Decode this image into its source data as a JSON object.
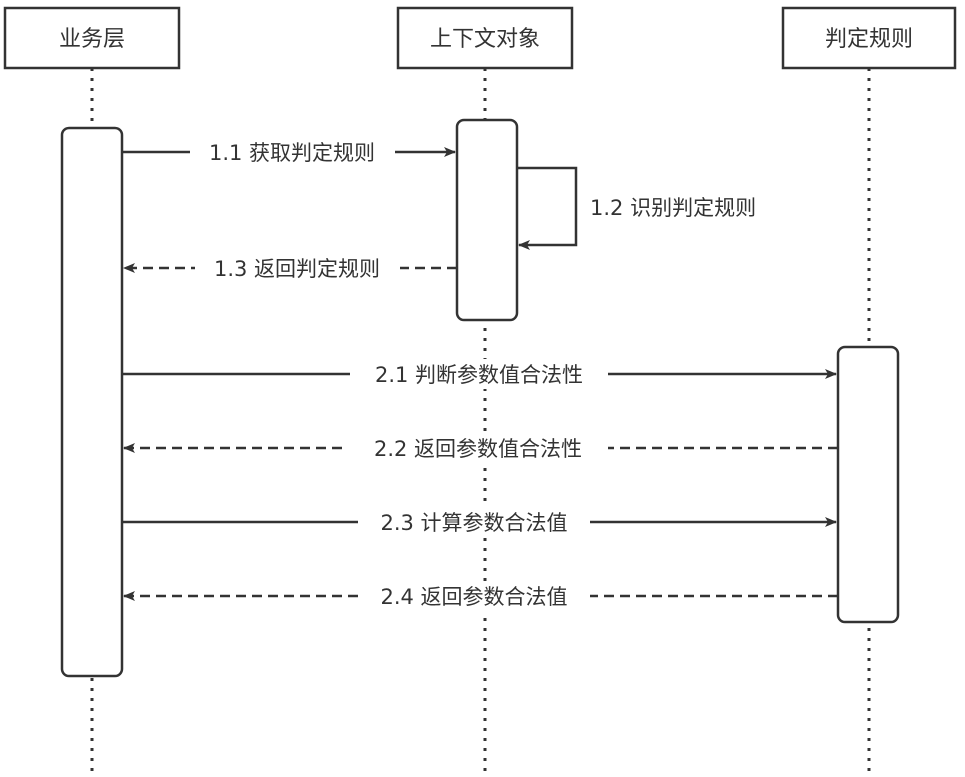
{
  "diagram": {
    "type": "sequence",
    "participants": [
      {
        "id": "business",
        "label": "业务层"
      },
      {
        "id": "context",
        "label": "上下文对象"
      },
      {
        "id": "rule",
        "label": "判定规则"
      }
    ],
    "messages": [
      {
        "id": "m11",
        "label": "1.1 获取判定规则",
        "from": "business",
        "to": "context",
        "style": "sync"
      },
      {
        "id": "m12",
        "label": "1.2 识别判定规则",
        "from": "context",
        "to": "context",
        "style": "self"
      },
      {
        "id": "m13",
        "label": "1.3 返回判定规则",
        "from": "context",
        "to": "business",
        "style": "return"
      },
      {
        "id": "m21",
        "label": "2.1 判断参数值合法性",
        "from": "business",
        "to": "rule",
        "style": "sync"
      },
      {
        "id": "m22",
        "label": "2.2 返回参数值合法性",
        "from": "rule",
        "to": "business",
        "style": "return"
      },
      {
        "id": "m23",
        "label": "2.3 计算参数合法值",
        "from": "business",
        "to": "rule",
        "style": "sync"
      },
      {
        "id": "m24",
        "label": "2.4 返回参数合法值",
        "from": "rule",
        "to": "business",
        "style": "return"
      }
    ],
    "colors": {
      "stroke": "#333333",
      "text": "#333333",
      "background": "#ffffff"
    }
  }
}
